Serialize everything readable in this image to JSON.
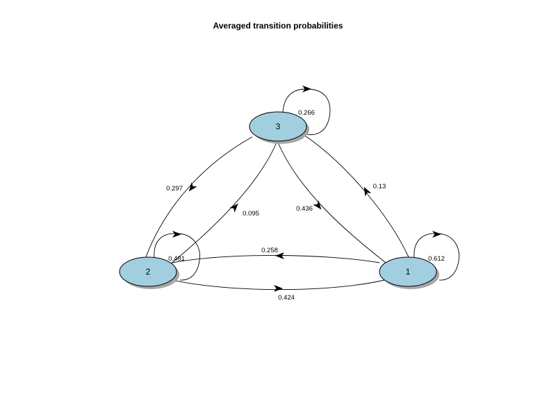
{
  "title": "Averaged transition probabilities",
  "colors": {
    "node_fill": "#a2cfe0",
    "node_shadow": "#a6a6a6",
    "node_stroke": "#000000",
    "edge": "#000000"
  },
  "nodes": [
    {
      "id": "3",
      "label": "3"
    },
    {
      "id": "2",
      "label": "2"
    },
    {
      "id": "1",
      "label": "1"
    }
  ],
  "edges": [
    {
      "from": "3",
      "to": "3",
      "label": "0.266"
    },
    {
      "from": "3",
      "to": "2",
      "label": "0.297"
    },
    {
      "from": "2",
      "to": "3",
      "label": "0.095"
    },
    {
      "from": "3",
      "to": "1",
      "label": "0.436"
    },
    {
      "from": "1",
      "to": "3",
      "label": "0.13"
    },
    {
      "from": "1",
      "to": "2",
      "label": "0.258"
    },
    {
      "from": "2",
      "to": "2",
      "label": "0.481"
    },
    {
      "from": "1",
      "to": "1",
      "label": "0.612"
    },
    {
      "from": "2",
      "to": "1",
      "label": "0.424"
    }
  ]
}
